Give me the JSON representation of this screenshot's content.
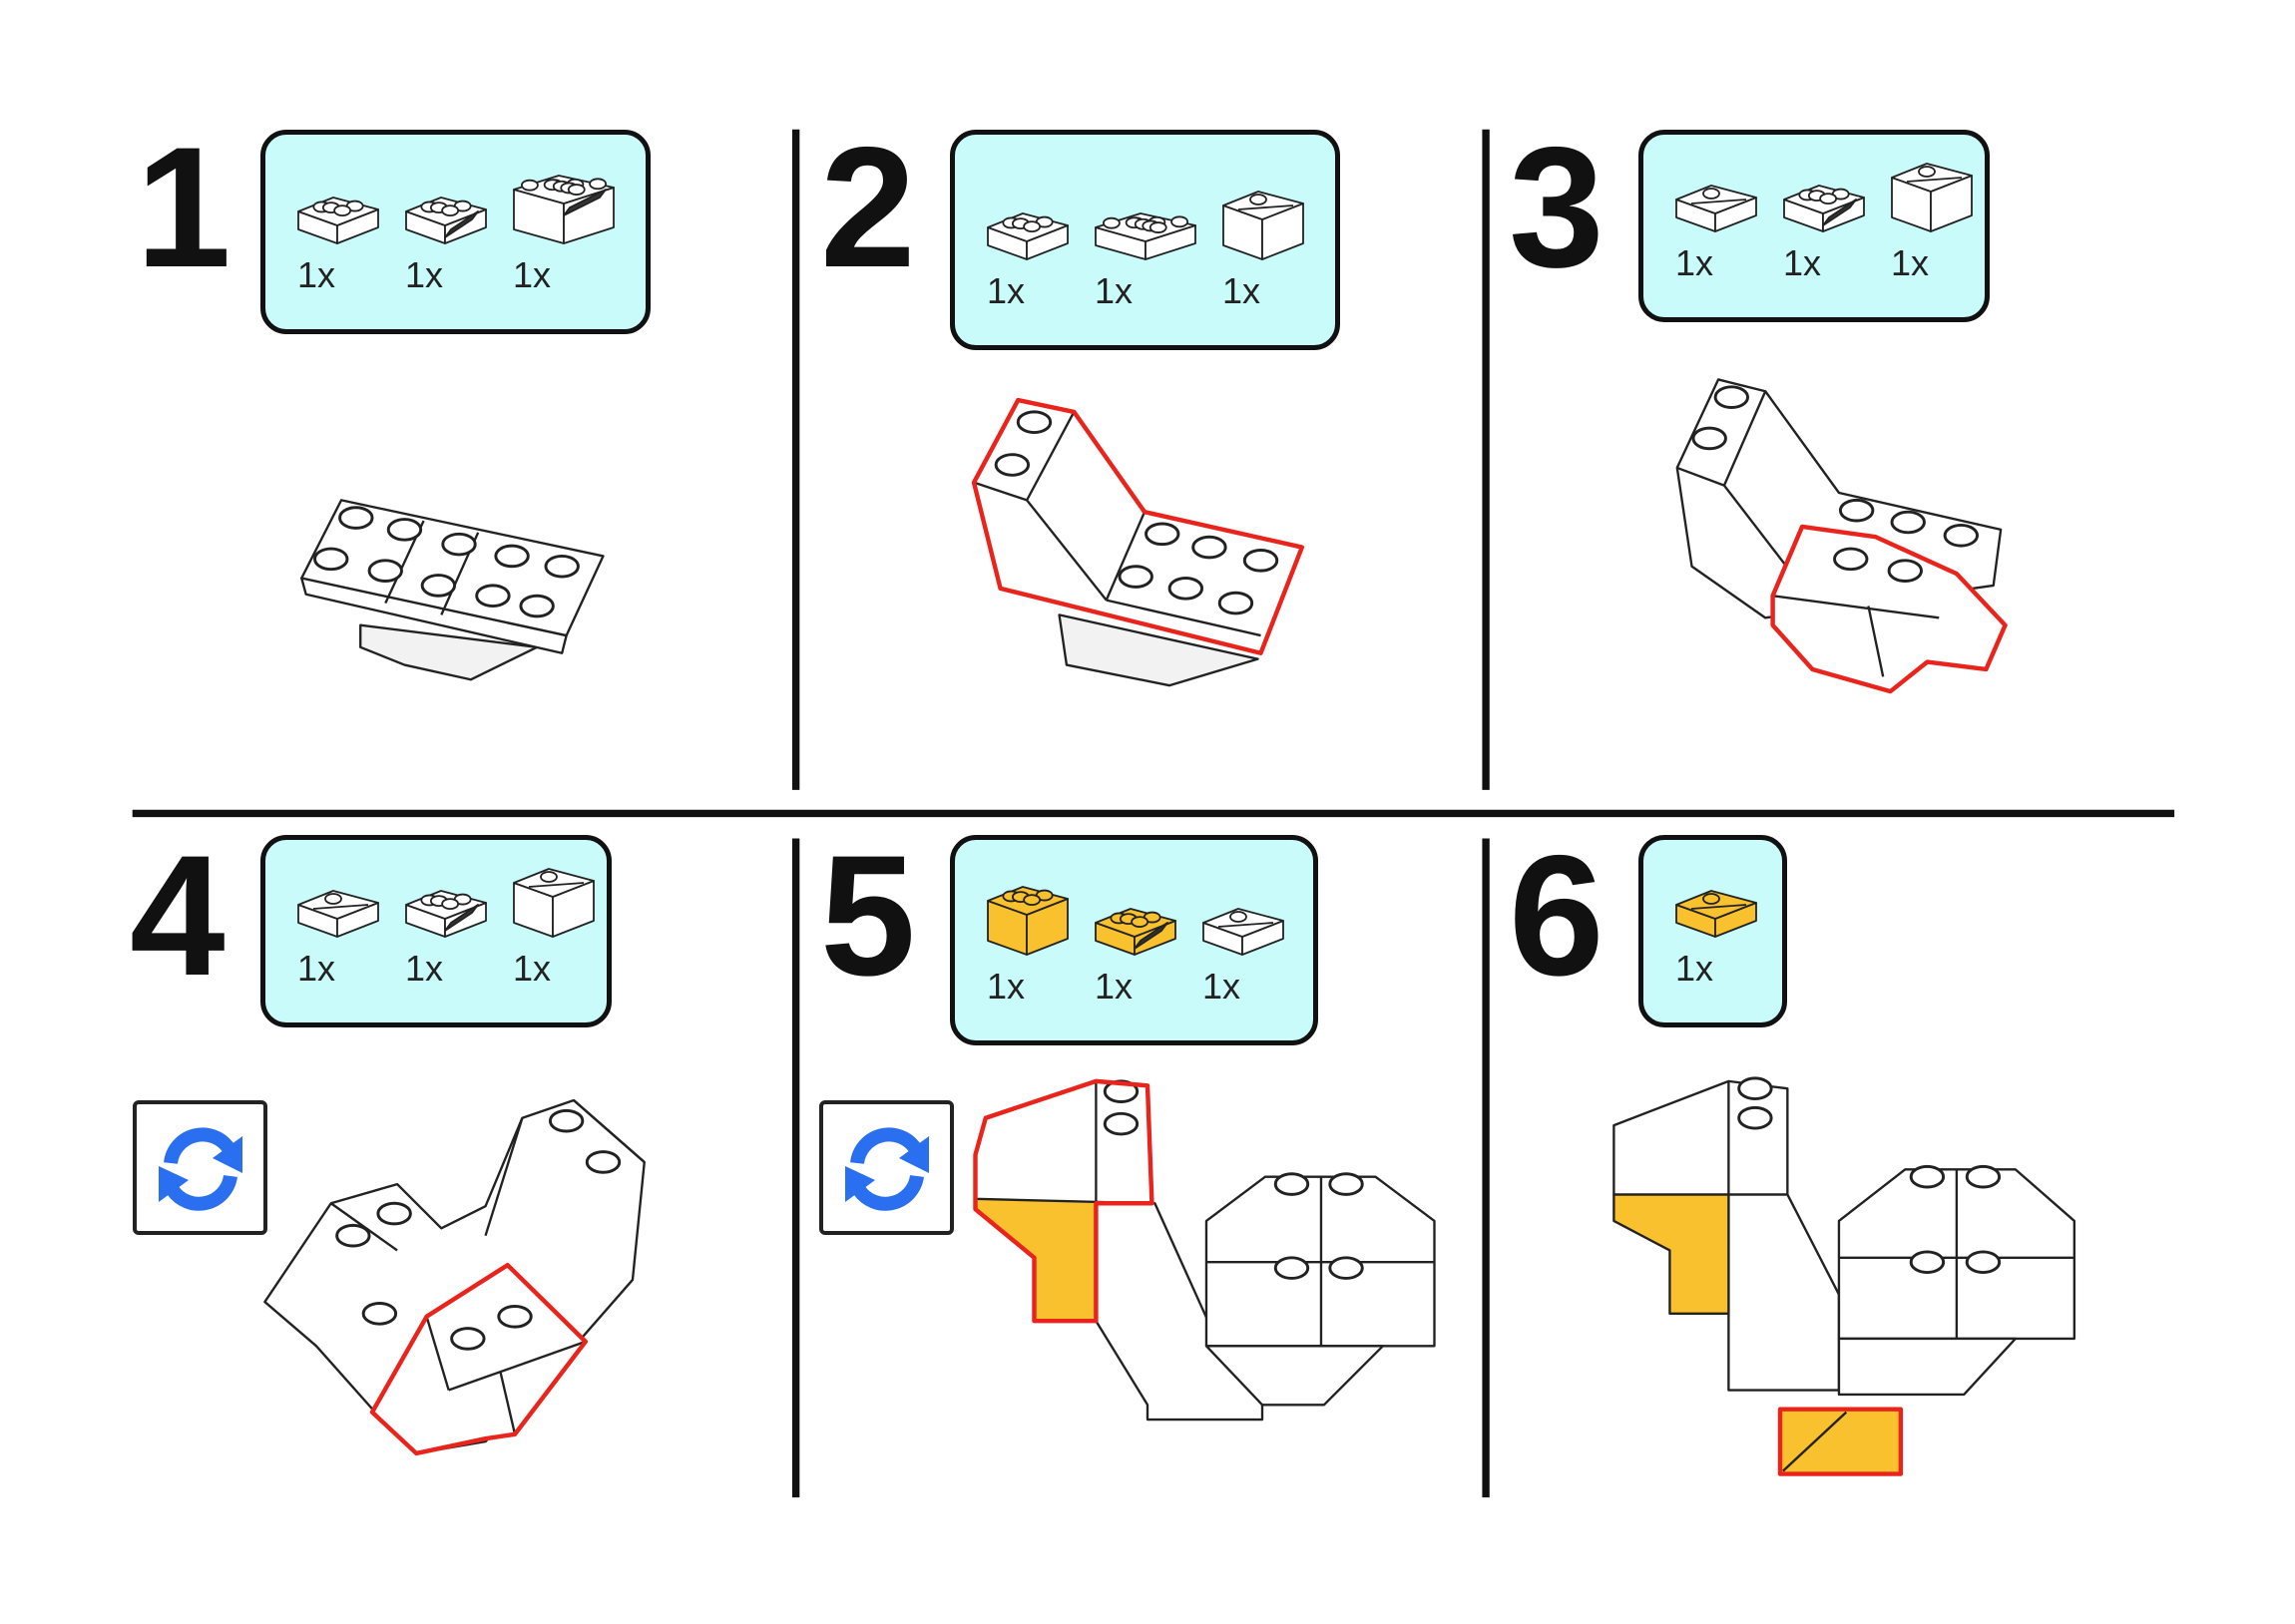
{
  "colors": {
    "box_bg": "#c9fbfb",
    "highlight": "#e8241c",
    "yellow": "#f9c12e",
    "rotate_icon": "#2a6ff0"
  },
  "steps": [
    {
      "number": "1",
      "parts": [
        {
          "qty": "1x",
          "icon": "plate-2x2",
          "color": "#ffffff"
        },
        {
          "qty": "1x",
          "icon": "inverted-slope-2x2",
          "color": "#ffffff"
        },
        {
          "qty": "1x",
          "icon": "inverted-slope-2x3",
          "color": "#ffffff"
        }
      ]
    },
    {
      "number": "2",
      "parts": [
        {
          "qty": "1x",
          "icon": "plate-2x2",
          "color": "#ffffff"
        },
        {
          "qty": "1x",
          "icon": "plate-2x4",
          "color": "#ffffff"
        },
        {
          "qty": "1x",
          "icon": "slope-brick-tall",
          "color": "#ffffff"
        }
      ]
    },
    {
      "number": "3",
      "parts": [
        {
          "qty": "1x",
          "icon": "slope-1x2",
          "color": "#ffffff"
        },
        {
          "qty": "1x",
          "icon": "inverted-slope-2x2",
          "color": "#ffffff"
        },
        {
          "qty": "1x",
          "icon": "slope-double",
          "color": "#ffffff"
        }
      ]
    },
    {
      "number": "4",
      "parts": [
        {
          "qty": "1x",
          "icon": "slope-1x2",
          "color": "#ffffff"
        },
        {
          "qty": "1x",
          "icon": "inverted-slope-2x2",
          "color": "#ffffff"
        },
        {
          "qty": "1x",
          "icon": "slope-double",
          "color": "#ffffff"
        }
      ]
    },
    {
      "number": "5",
      "parts": [
        {
          "qty": "1x",
          "icon": "brick-1x2",
          "color": "#f9c12e"
        },
        {
          "qty": "1x",
          "icon": "inverted-slope-2x2",
          "color": "#f9c12e"
        },
        {
          "qty": "1x",
          "icon": "slope-2x2",
          "color": "#ffffff"
        }
      ]
    },
    {
      "number": "6",
      "parts": [
        {
          "qty": "1x",
          "icon": "slope-2x2",
          "color": "#f9c12e"
        }
      ]
    }
  ],
  "rotate_icons": [
    "rotate-model",
    "rotate-model"
  ]
}
